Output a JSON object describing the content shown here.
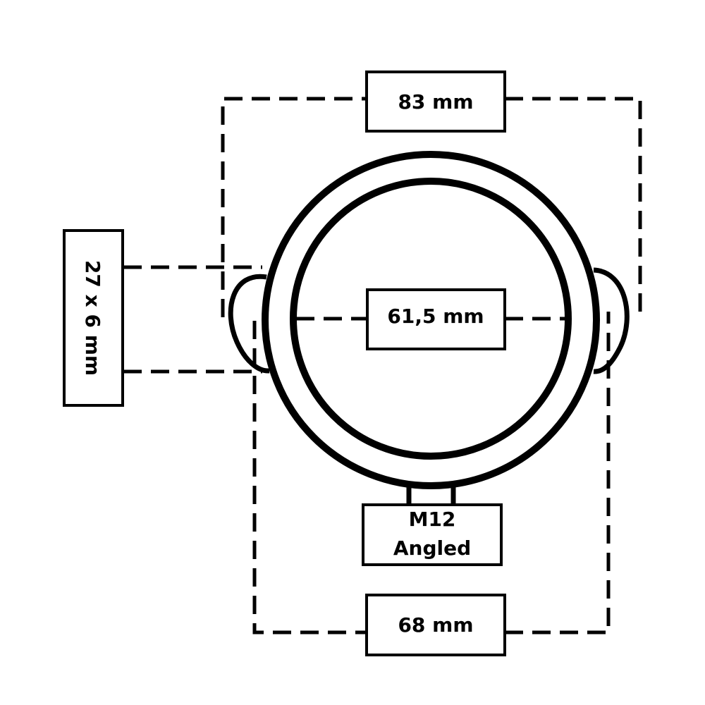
{
  "dimensions": {
    "top_width": "83 mm",
    "inner_diameter": "61,5 mm",
    "bottom_width": "68 mm",
    "side_tab": "27 x 6 mm",
    "connector_line1": "M12",
    "connector_line2": "Angled"
  },
  "colors": {
    "stroke": "#000000",
    "background": "#ffffff"
  }
}
